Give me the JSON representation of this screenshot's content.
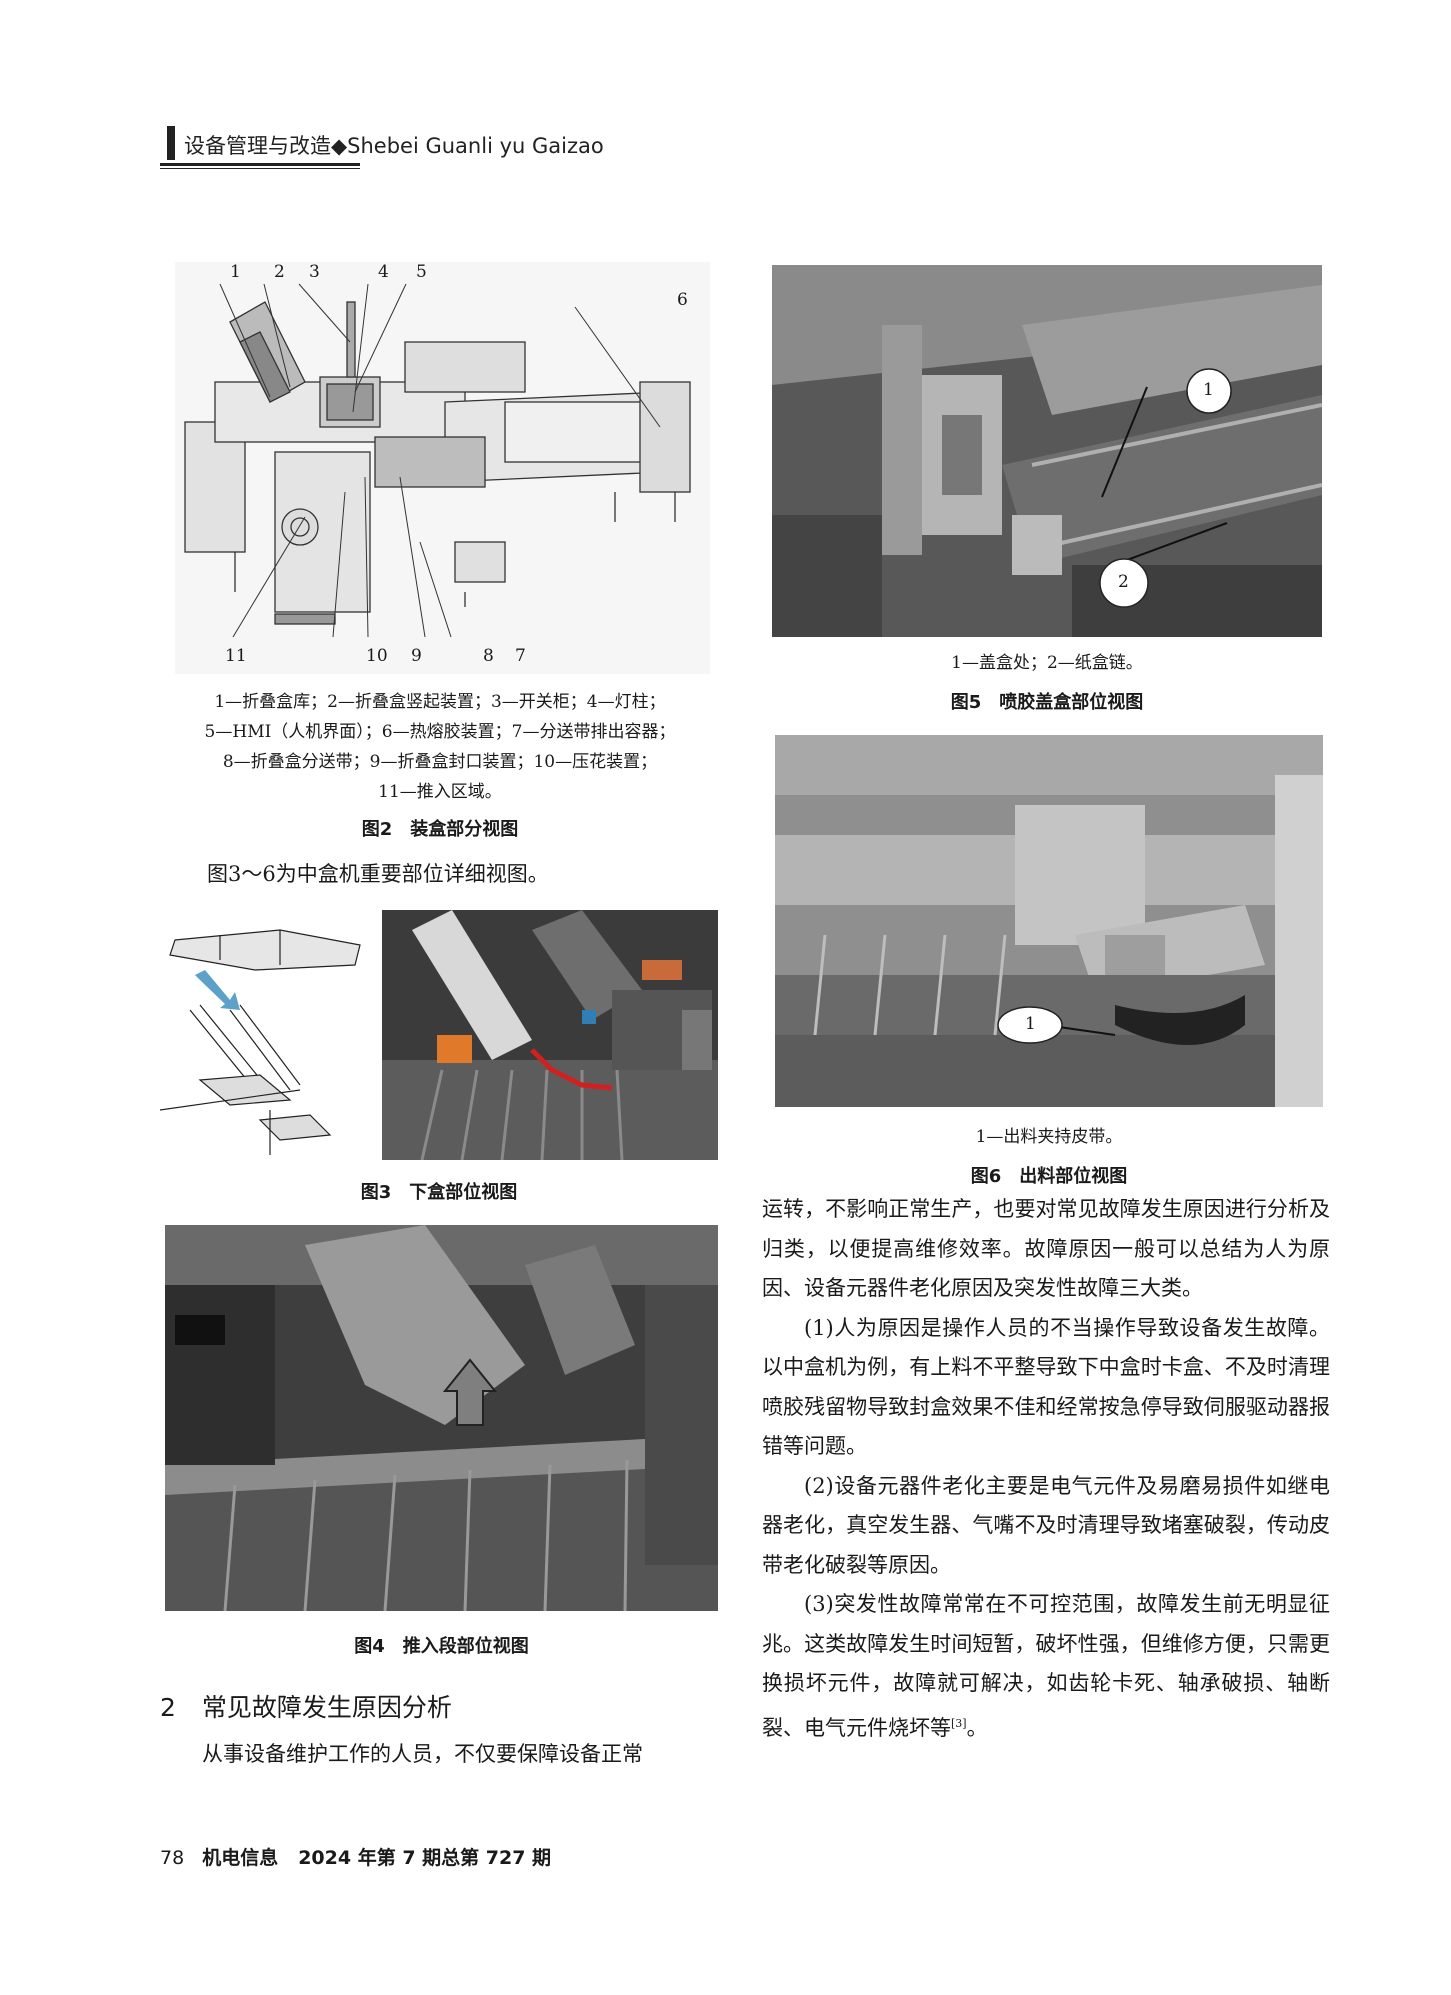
{
  "header": {
    "section": "设备管理与改造",
    "diamond": "◆",
    "pinyin": "Shebei Guanli yu Gaizao"
  },
  "figure2": {
    "numbers_top": [
      "1",
      "2",
      "3",
      "4",
      "5"
    ],
    "number_6": "6",
    "numbers_bottom": [
      "11",
      "10",
      "9",
      "8",
      "7"
    ],
    "legend_lines": [
      "1—折叠盒库；2—折叠盒竖起装置；3—开关柜；4—灯柱；",
      "5—HMI（人机界面）；6—热熔胶装置；7—分送带排出容器；",
      "8—折叠盒分送带；9—折叠盒封口装置；10—压花装置；",
      "11—推入区域。"
    ],
    "caption": "图2　装盒部分视图"
  },
  "intro_line": "图3～6为中盒机重要部位详细视图。",
  "figure3": {
    "caption": "图3　下盒部位视图"
  },
  "figure4": {
    "caption": "图4　推入段部位视图"
  },
  "figure5": {
    "label1": "1",
    "label2": "2",
    "legend": "1—盖盒处；2—纸盒链。",
    "caption": "图5　喷胶盖盒部位视图"
  },
  "figure6": {
    "label1": "1",
    "legend": "1—出料夹持皮带。",
    "caption": "图6　出料部位视图"
  },
  "section2": {
    "number": "2",
    "title": "常见故障发生原因分析",
    "left_para": "从事设备维护工作的人员，不仅要保障设备正常"
  },
  "right_text": {
    "p1": "运转，不影响正常生产，也要对常见故障发生原因进行分析及归类，以便提高维修效率。故障原因一般可以总结为人为原因、设备元器件老化原因及突发性故障三大类。",
    "p2": "(1)人为原因是操作人员的不当操作导致设备发生故障。以中盒机为例，有上料不平整导致下中盒时卡盒、不及时清理喷胶残留物导致封盒效果不佳和经常按急停导致伺服驱动器报错等问题。",
    "p3": "(2)设备元器件老化主要是电气元件及易磨易损件如继电器老化，真空发生器、气嘴不及时清理导致堵塞破裂，传动皮带老化破裂等原因。",
    "p4_main": "(3)突发性故障常常在不可控范围，故障发生前无明显征兆。这类故障发生时间短暂，破坏性强，但维修方便，只需更换损坏元件，故障就可解决，如齿轮卡死、轴承破损、轴断裂、电气元件烧坏等",
    "p4_ref": "[3]",
    "p4_end": "。"
  },
  "footer": {
    "page": "78",
    "journal": "机电信息",
    "issue": "2024 年第 7 期总第 727 期"
  }
}
